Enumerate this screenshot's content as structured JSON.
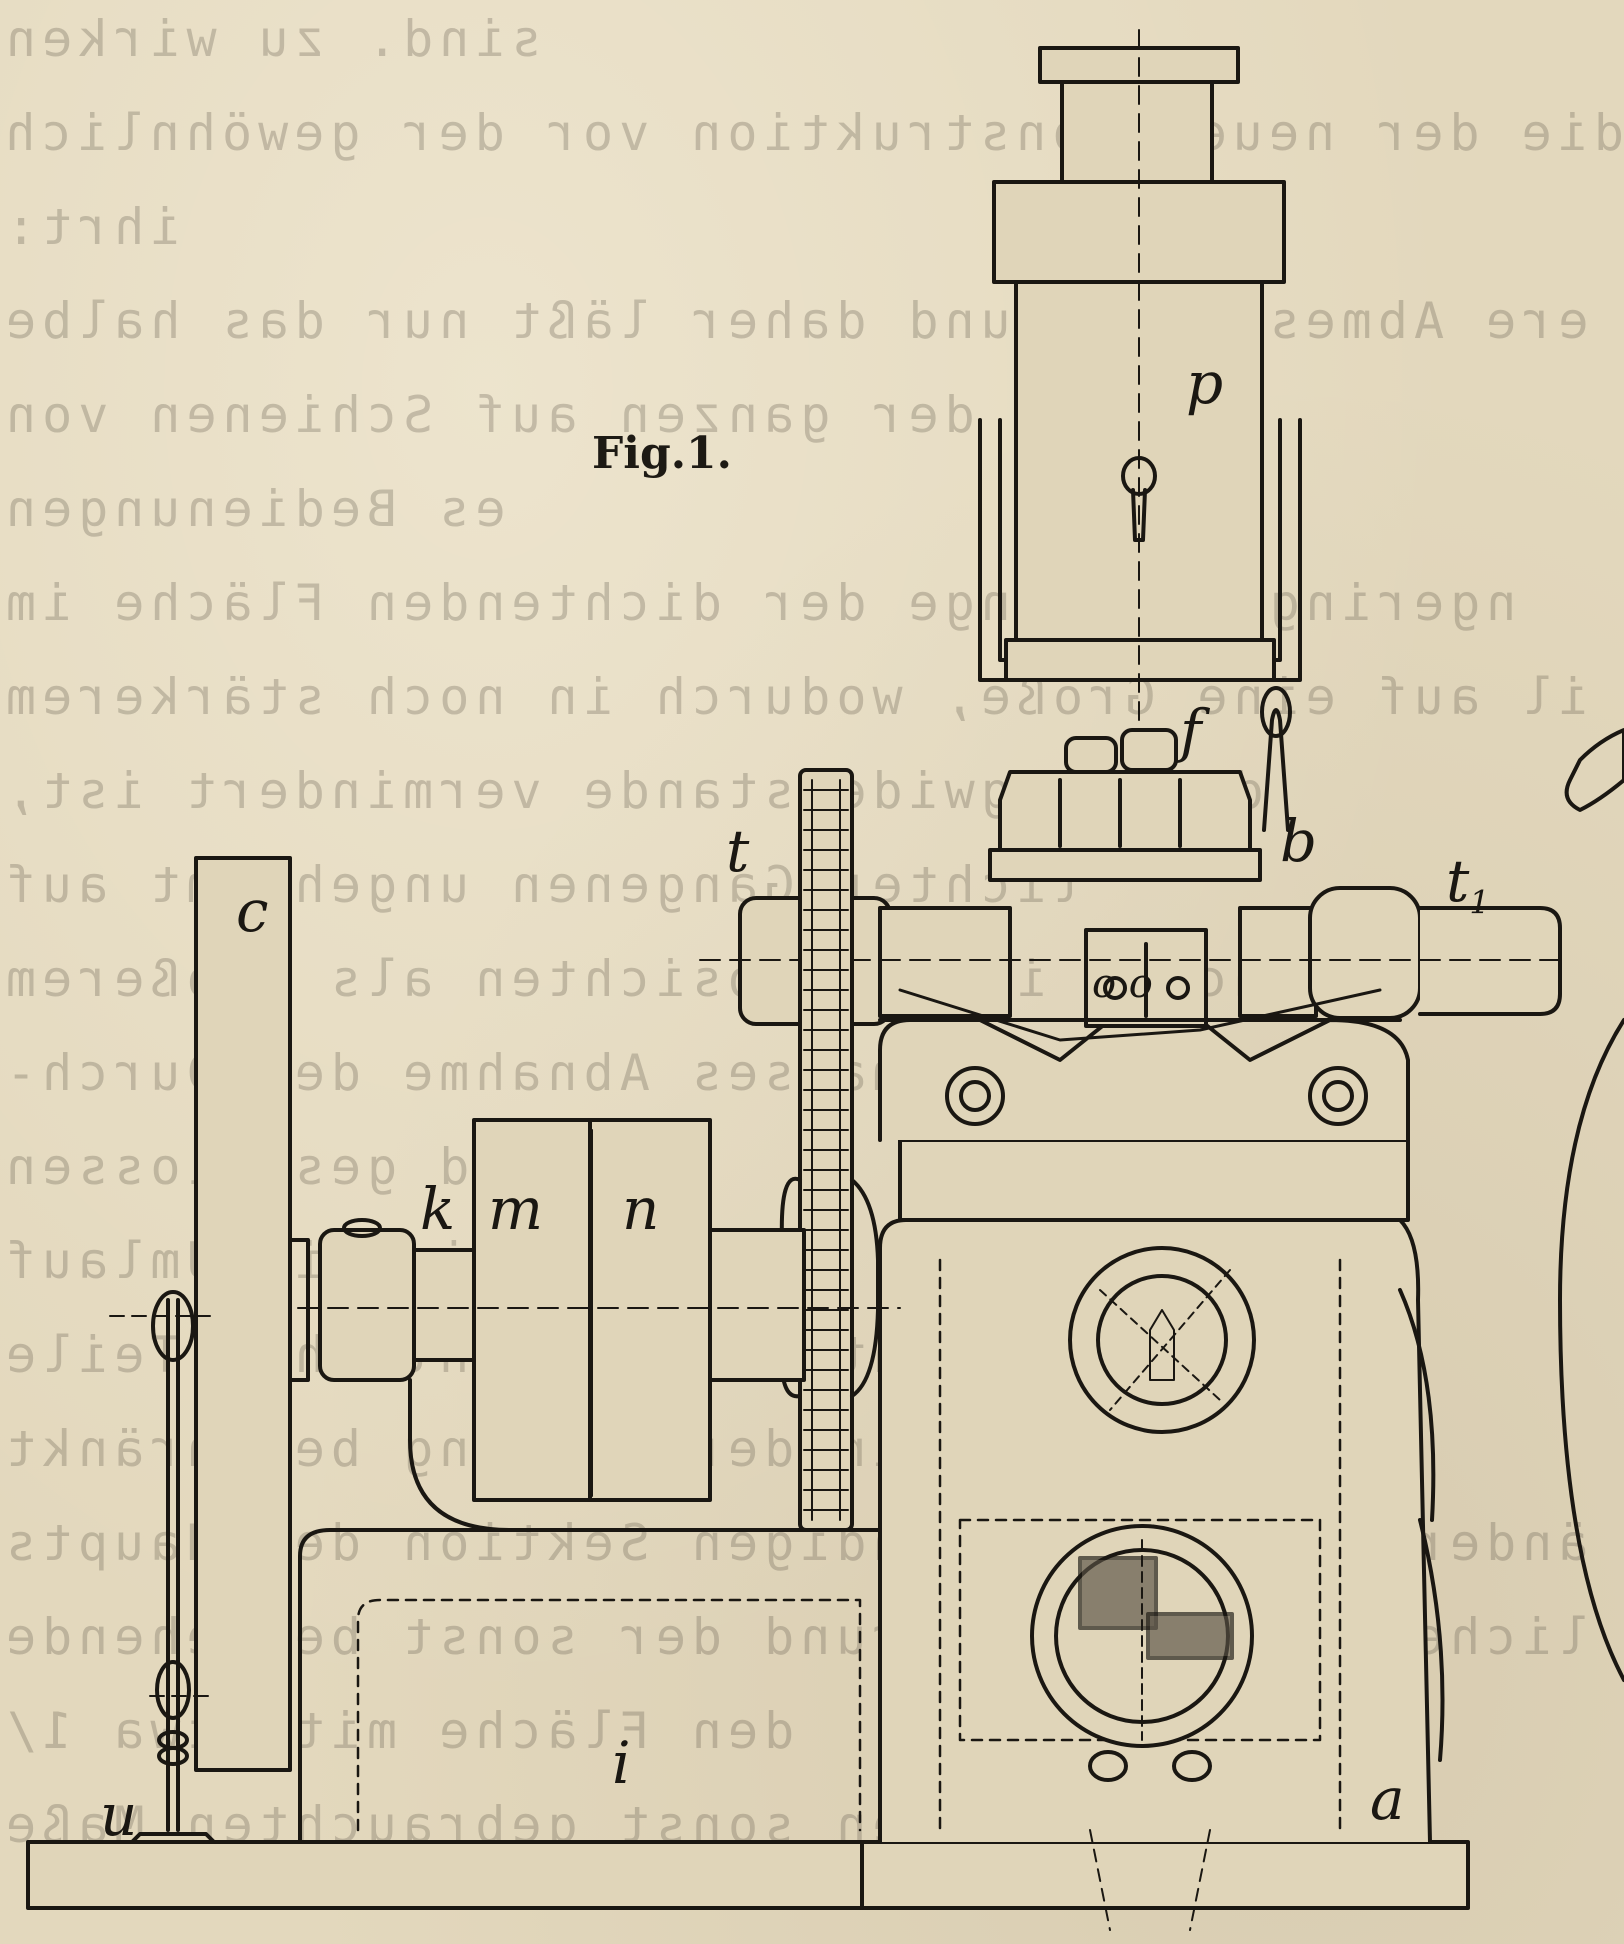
{
  "figure": {
    "title": "Fig.1.",
    "labels": {
      "a": "a",
      "b": "b",
      "c": "c",
      "f": "f",
      "i": "i",
      "k": "k",
      "m": "m",
      "n": "n",
      "p": "p",
      "t": "t",
      "t1": "t",
      "t1_sub": "1",
      "u": "u",
      "o_pair": "o o"
    }
  },
  "bleed_through_text": [
    "sind. zu wirken",
    "die der neuen Konstruktion vor der gewöhnlichen",
    "ihrt:",
    "ere Abmessungen und daher läßt nur das halbe",
    "tzend, der ganzen auf Schienen von",
    "es Bedienungen",
    "ngering der Lunge der dichtenden Fläche im",
    "il auf eine Größe, wodurch in noch stärkerem",
    "den Gangwiderstande vermindert ist,",
    "lichter Gangenen ungehemmt auf",
    "lachen in die Absichten als größerem",
    "umasses Abnahme der Durch-",
    "und geschlossen",
    "tlich im Umlauf",
    "hr gemacht der gewöhnlichen Teile",
    "ostöße in der Bildung beschränkt",
    "änderung in vollständigen Sektion des Haupts",
    "lichen Gehäuse auf rund der sonst bestehende",
    "den Fläche mit etwa 1/",
    "den sonst gebrauchten Maße"
  ]
}
